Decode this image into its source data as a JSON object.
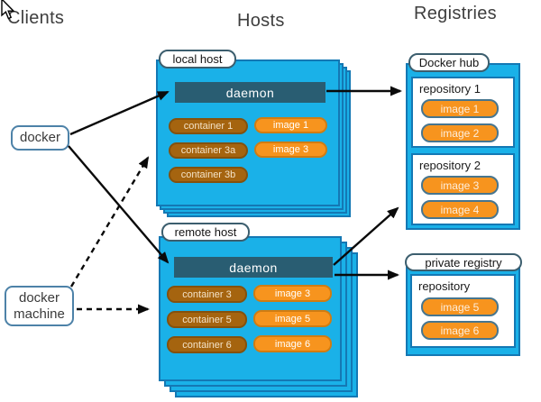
{
  "headers": {
    "clients": "Clients",
    "hosts": "Hosts",
    "registries": "Registries"
  },
  "clients": {
    "docker": {
      "label": "docker"
    },
    "docker_machine": {
      "line1": "docker",
      "line2": "machine"
    }
  },
  "hosts": {
    "local": {
      "label": "local host",
      "daemon": "daemon",
      "containers": [
        "container 1",
        "container 3a",
        "container 3b"
      ],
      "images": [
        "image 1",
        "image 3"
      ]
    },
    "remote": {
      "label": "remote host",
      "daemon": "daemon",
      "containers": [
        "container 3",
        "container 5",
        "container 6"
      ],
      "images": [
        "image 3",
        "image 5",
        "image 6"
      ]
    }
  },
  "registries": {
    "docker_hub": {
      "label": "Docker hub",
      "repositories": [
        {
          "name": "repository 1",
          "images": [
            "image 1",
            "image 2"
          ]
        },
        {
          "name": "repository 2",
          "images": [
            "image 3",
            "image 4"
          ]
        }
      ]
    },
    "private": {
      "label": "private registry",
      "repositories": [
        {
          "name": "repository",
          "images": [
            "image 5",
            "image 6"
          ]
        }
      ]
    }
  },
  "colors": {
    "cyan": "#1ab1e8",
    "cyanBorder": "#1478b4",
    "daemon": "#295d72",
    "container": "#a5640f",
    "containerBorder": "#84510d",
    "image": "#f7941e",
    "imageBorder": "#d07c12",
    "regPillBorder": "#47758e",
    "labelBorder": "#3c5e6e",
    "clientBorder": "#4d82a8"
  }
}
